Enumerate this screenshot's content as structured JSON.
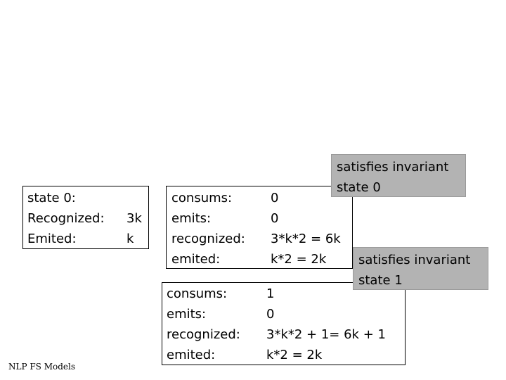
{
  "box1": {
    "rows": [
      {
        "label": "state 0:",
        "value": ""
      },
      {
        "label": "Recognized:",
        "value": "3k"
      },
      {
        "label": "Emited:",
        "value": "k"
      }
    ]
  },
  "box2": {
    "rows": [
      {
        "label": "consums:",
        "value": "0"
      },
      {
        "label": "emits:",
        "value": "0"
      },
      {
        "label": "recognized:",
        "value": "3*k*2 = 6k"
      },
      {
        "label": "emited:",
        "value": "k*2 = 2k"
      }
    ]
  },
  "box3": {
    "rows": [
      {
        "label": "consums:",
        "value": "1"
      },
      {
        "label": "emits:",
        "value": "0"
      },
      {
        "label": "recognized:",
        "value": "3*k*2 + 1= 6k + 1"
      },
      {
        "label": "emited:",
        "value": "k*2 = 2k"
      }
    ]
  },
  "note1": {
    "line1": "satisfies invariant",
    "line2": "state 0"
  },
  "note2": {
    "line1": "satisfies invariant",
    "line2": "state 1"
  },
  "footer": "NLP FS Models"
}
